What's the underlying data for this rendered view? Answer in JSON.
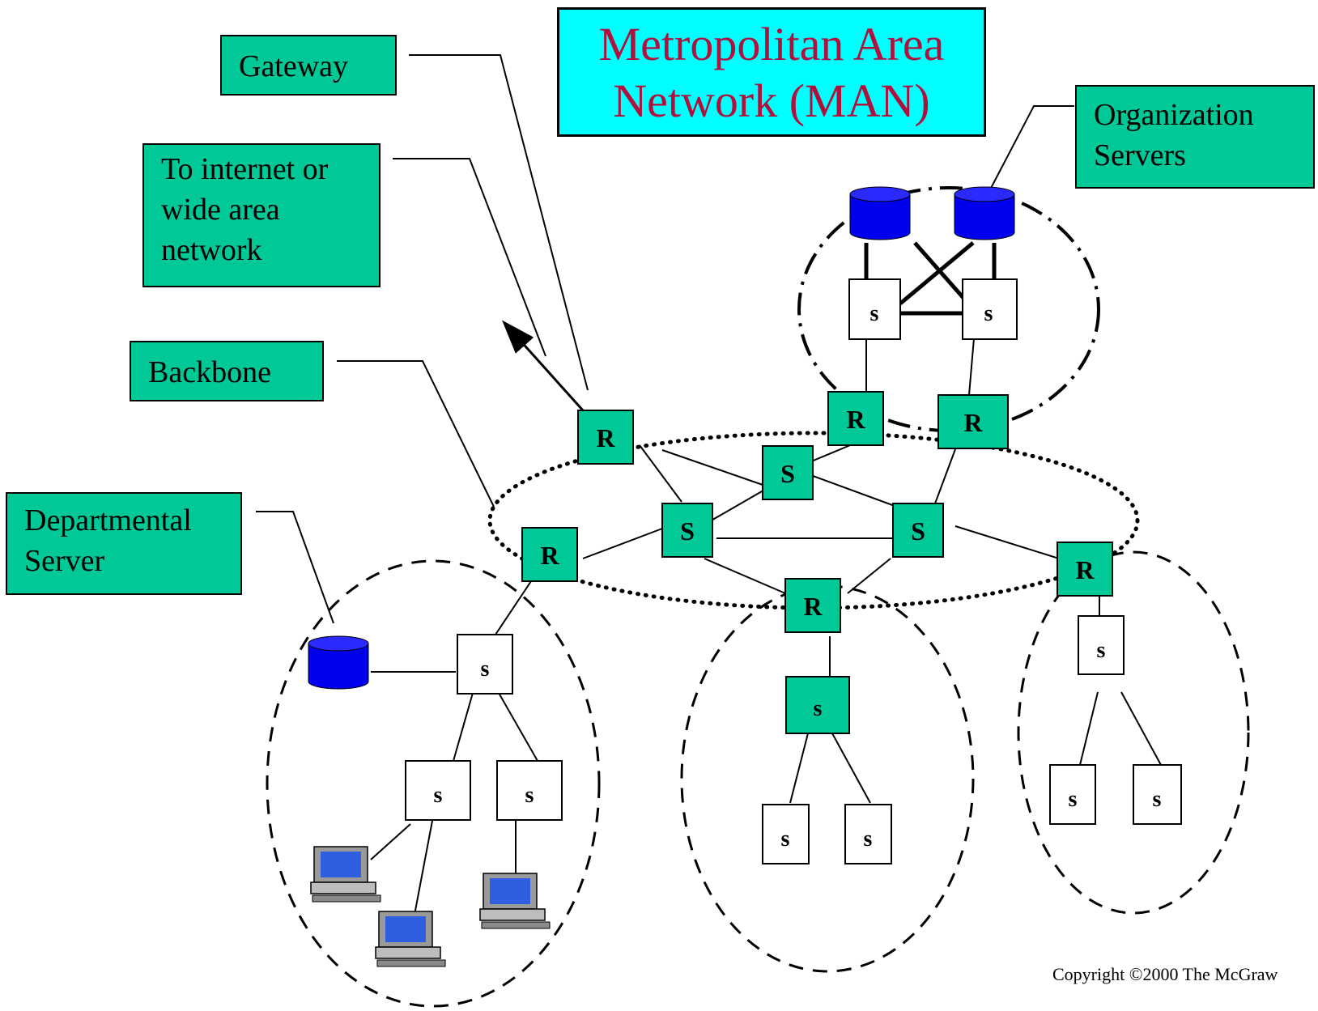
{
  "title": {
    "line1": "Metropolitan Area",
    "line2": "Network (MAN)"
  },
  "labels": {
    "gateway": "Gateway",
    "internet": [
      "To internet or",
      "wide area",
      "network"
    ],
    "backbone": "Backbone",
    "departmental": [
      "Departmental",
      "Server"
    ],
    "organization": [
      "Organization",
      "Servers"
    ]
  },
  "node_labels": {
    "router": "R",
    "backbone_switch": "S",
    "switch": "s"
  },
  "copyright": "Copyright ©2000 The McGraw",
  "colors": {
    "node_fill": "#00c896",
    "title_fill": "#00ffff",
    "title_text": "#b0103c",
    "server": "#0000ee"
  }
}
